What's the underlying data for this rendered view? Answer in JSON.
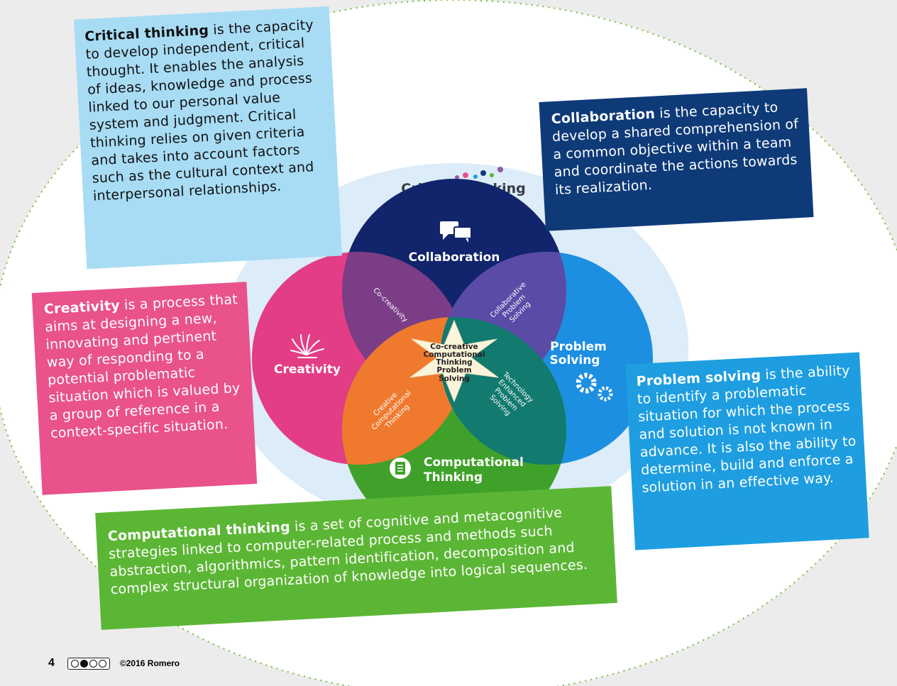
{
  "brand": {
    "title": "Critical Thinking",
    "dot_colors": [
      "#8e5ba6",
      "#e9528a",
      "#1e9ee0",
      "#0e3a78",
      "#5cb635",
      "#f07b2a"
    ]
  },
  "circles": {
    "collaboration": {
      "label": "Collaboration",
      "color": "#12246b",
      "icon": "chat-bubbles-icon"
    },
    "creativity": {
      "label": "Creativity",
      "color": "#e33d86",
      "icon": "flower-burst-icon"
    },
    "problem_solving": {
      "label_line1": "Problem",
      "label_line2": "Solving",
      "color": "#1d8fe0",
      "icon": "gears-icon"
    },
    "computational": {
      "label_line1": "Computational",
      "label_line2": "Thinking",
      "color": "#3fa12a",
      "icon": "brain-chip-icon"
    }
  },
  "overlaps": {
    "co_creativity": [
      "Co-creativity"
    ],
    "collaborative_problem_solving": [
      "Collaborative",
      "Problem",
      "Solving"
    ],
    "creative_computational_thinking": [
      "Creative",
      "Computational",
      "Thinking"
    ],
    "technology_enhanced_problem_solving": [
      "Technology",
      "Enhanced",
      "Problem",
      "Solving"
    ]
  },
  "center": {
    "lines": [
      "Co-creative",
      "Computational",
      "Thinking",
      "Problem",
      "Solving"
    ]
  },
  "cards": {
    "critical_thinking": {
      "term": "Critical thinking",
      "text": " is the capacity to develop independent, critical thought. It enables the analysis of ideas, knowledge and process linked to our personal value system and judgment. Critical thinking relies on given criteria and takes into account factors such as the cultural context and interpersonal relationships."
    },
    "collaboration": {
      "term": "Collaboration",
      "text": " is the capacity to develop a shared comprehension of a common objective within a team and coordinate the actions towards its realization."
    },
    "creativity": {
      "term": "Creativity",
      "text": " is a process that aims at designing a new, innovating and pertinent way of responding to a potential problematic situation which is valued by a group of reference in a context-specific situation."
    },
    "problem_solving": {
      "term": "Problem solving",
      "text": " is the ability to identify a problematic situation for which the process and solution is not known in advance. It is also the ability to determine, build and enforce a solution in an effective way."
    },
    "computational_thinking": {
      "term": "Computational thinking",
      "text": " is a set of cognitive and metacognitive strategies linked to computer-related process and methods such abstraction, algorithmics, pattern identification, decomposition and complex structural organization of knowledge into logical sequences."
    }
  },
  "footer": {
    "page_number": "4",
    "license_icon": "creative-commons-license-icon",
    "copyright": "©2016 Romero"
  }
}
